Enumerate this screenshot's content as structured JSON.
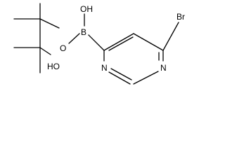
{
  "molecule": {
    "atom_labels": {
      "boron": "B",
      "boronic_oh": "OH",
      "ester_oxygen": "O",
      "tertiary_oh": "HO",
      "bromine": "Br",
      "ring_n_upper": "N",
      "ring_n_lower": "N"
    },
    "colors": {
      "bond": "#000000",
      "label": "#000000",
      "background": "#ffffff"
    }
  }
}
